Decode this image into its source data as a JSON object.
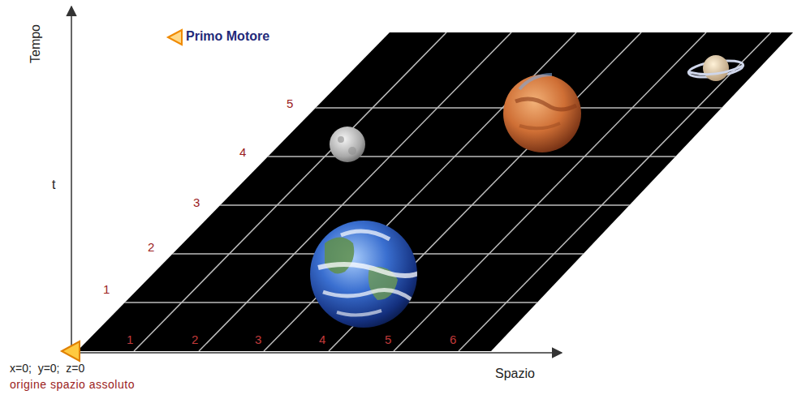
{
  "diagram": {
    "labels": [
      "Tempo",
      "Primo Motore",
      "t",
      "5",
      "4",
      "3",
      "2",
      "1",
      "1",
      "2",
      "3",
      "4",
      "5",
      "6",
      "x=0;  y=0;  z=0",
      "origine spazio assoluto",
      "Spazio"
    ]
  }
}
